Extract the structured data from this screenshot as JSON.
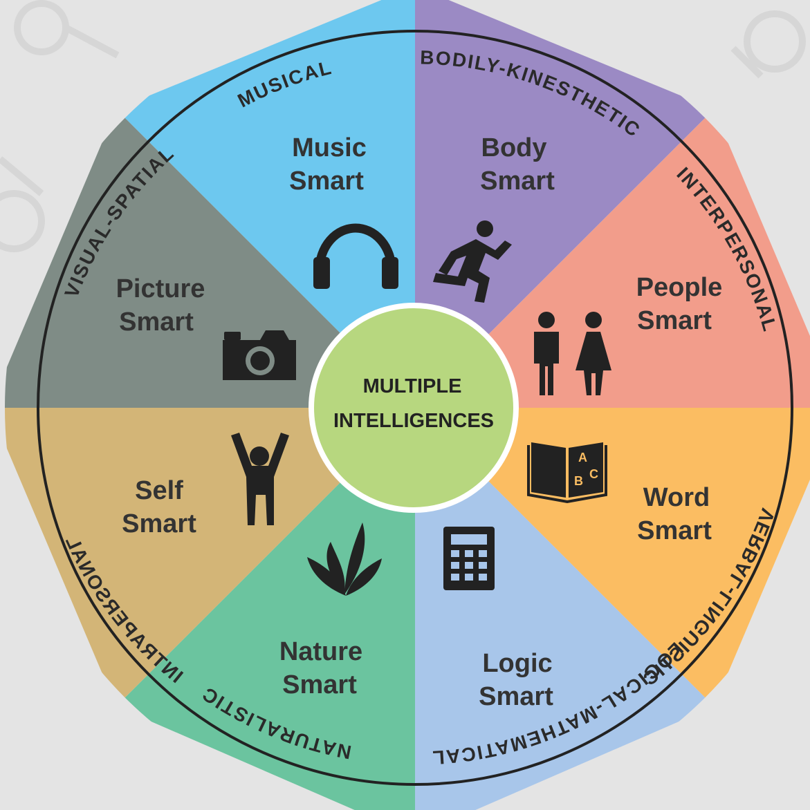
{
  "center": {
    "line1": "MULTIPLE",
    "line2": "INTELLIGENCES",
    "color": "#b7d77f"
  },
  "segments": [
    {
      "id": "musical",
      "ring_label": "MUSICAL",
      "line1": "Music",
      "line2": "Smart",
      "icon": "headphones-icon",
      "color": "#6dc8ef"
    },
    {
      "id": "bodily",
      "ring_label": "BODILY-KINESTHETIC",
      "line1": "Body",
      "line2": "Smart",
      "icon": "running-person-icon",
      "color": "#9b8ac4"
    },
    {
      "id": "interpersonal",
      "ring_label": "INTERPERSONAL",
      "line1": "People",
      "line2": "Smart",
      "icon": "man-woman-icon",
      "color": "#f29d8b"
    },
    {
      "id": "verbal",
      "ring_label": "VERBAL-LINGUISTIC",
      "line1": "Word",
      "line2": "Smart",
      "icon": "abc-book-icon",
      "color": "#fbbd62"
    },
    {
      "id": "logical",
      "ring_label": "LOGICAL-MATHEMATICAL",
      "line1": "Logic",
      "line2": "Smart",
      "icon": "calculator-icon",
      "color": "#a8c6ea"
    },
    {
      "id": "naturalistic",
      "ring_label": "NATURALISTIC",
      "line1": "Nature",
      "line2": "Smart",
      "icon": "leaves-icon",
      "color": "#6bc49f"
    },
    {
      "id": "intrapersonal",
      "ring_label": "INTRAPERSONAL",
      "line1": "Self",
      "line2": "Smart",
      "icon": "arms-raised-person-icon",
      "color": "#d3b577"
    },
    {
      "id": "visual",
      "ring_label": "VISUAL-SPATIAL",
      "line1": "Picture",
      "line2": "Smart",
      "icon": "camera-icon",
      "color": "#7f8c86"
    }
  ],
  "book_letters": {
    "a": "A",
    "b": "B",
    "c": "C"
  }
}
